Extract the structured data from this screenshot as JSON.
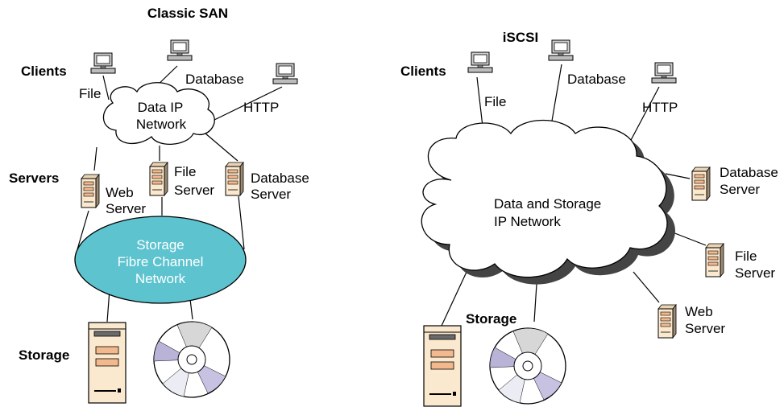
{
  "classic_san": {
    "title": "Classic SAN",
    "clients_label": "Clients",
    "servers_label": "Servers",
    "storage_label": "Storage",
    "client_file": "File",
    "client_database": "Database",
    "client_http": "HTTP",
    "ip_network": [
      "Data IP",
      "Network"
    ],
    "web_server": [
      "Web",
      "Server"
    ],
    "file_server": [
      "File",
      "Server"
    ],
    "database_server": [
      "Database",
      "Server"
    ],
    "fc_network": [
      "Storage",
      "Fibre Channel",
      "Network"
    ]
  },
  "iscsi": {
    "title": "iSCSI",
    "clients_label": "Clients",
    "storage_label": "Storage",
    "client_file": "File",
    "client_database": "Database",
    "client_http": "HTTP",
    "ip_network": [
      "Data and Storage",
      "IP Network"
    ],
    "database_server": [
      "Database",
      "Server"
    ],
    "file_server": [
      "File",
      "Server"
    ],
    "web_server": [
      "Web",
      "Server"
    ]
  },
  "colors": {
    "fc_network_fill": "#5cc3cf",
    "device_fill": "#fbe9cf",
    "drive_fill": "#f3b98e",
    "cloud_shadow": "#444444"
  }
}
